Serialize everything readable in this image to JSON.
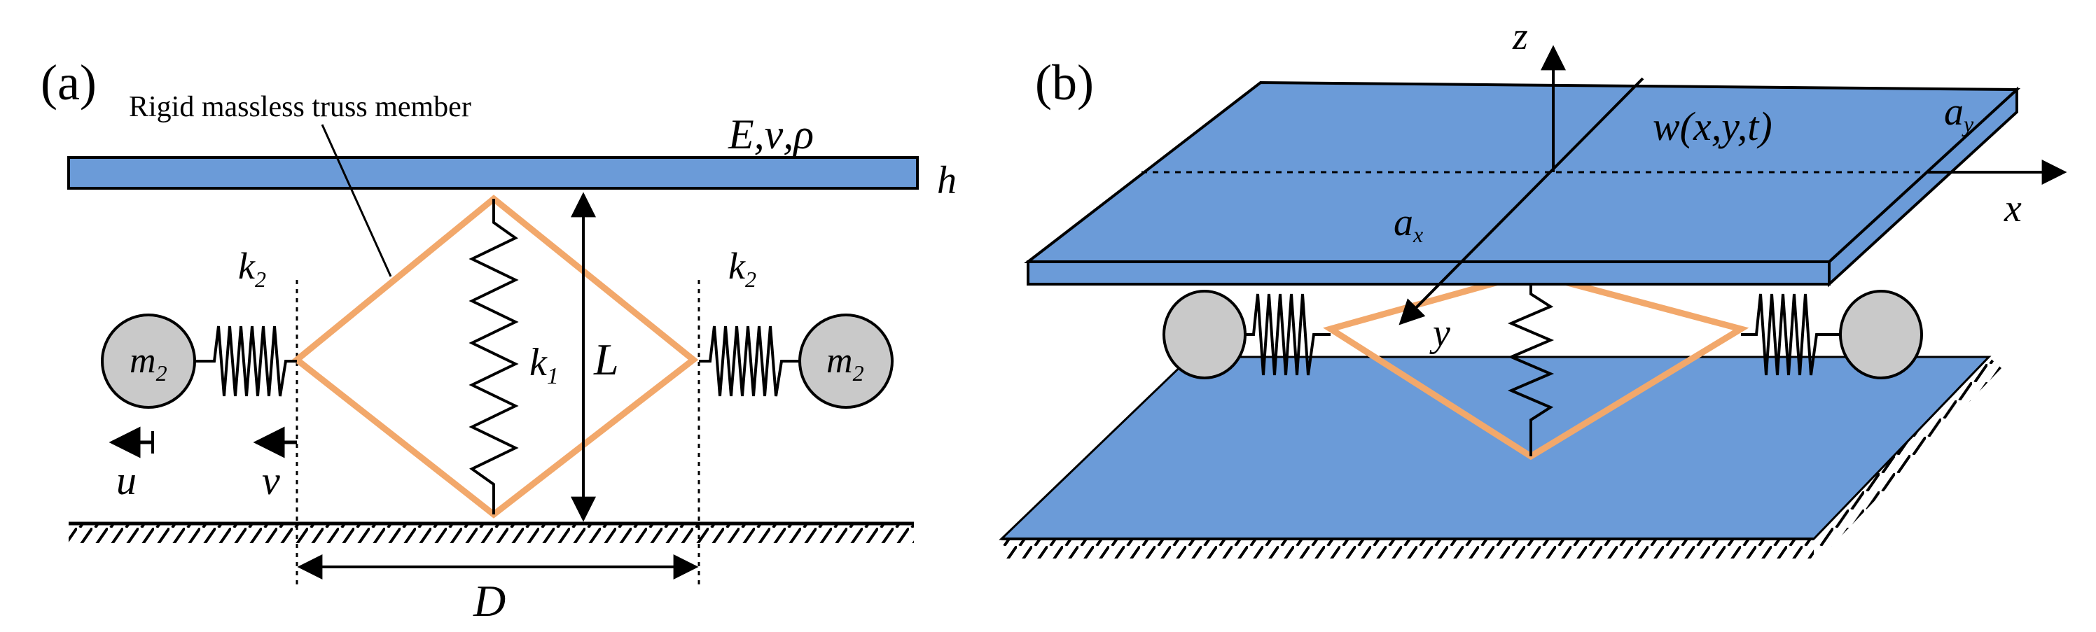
{
  "panel_a": {
    "tag": "(a)",
    "truss_note": "Rigid massless truss member",
    "props": "E,ν,ρ",
    "thickness": "h",
    "spring_k1": "k",
    "spring_k1_sub": "1",
    "spring_k2": "k",
    "spring_k2_sub": "2",
    "height": "L",
    "mass": "m",
    "mass_sub": "2",
    "disp_u": "u",
    "disp_v": "v",
    "spacing": "D"
  },
  "panel_b": {
    "tag": "(b)",
    "axis_z": "z",
    "axis_x": "x",
    "axis_y": "y",
    "deflection": "w(x,y,t)",
    "len_x": "a",
    "len_x_sub": "x",
    "len_y": "a",
    "len_y_sub": "y"
  },
  "colors": {
    "plate": "#6b9bd8",
    "truss": "#f2a86b",
    "mass": "#c9c9c9",
    "ink": "#000000"
  }
}
